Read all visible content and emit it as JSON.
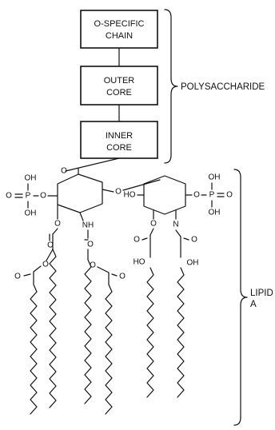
{
  "boxes": [
    {
      "line1": "O-SPECIFIC",
      "line2": "CHAIN"
    },
    {
      "line1": "OUTER",
      "line2": "CORE"
    },
    {
      "line1": "INNER",
      "line2": "CORE"
    }
  ],
  "polysaccharide_label": "POLYSACCHARIDE",
  "lipid_label": {
    "line1": "LIPID",
    "line2": "A"
  },
  "atoms": {
    "oh": "OH",
    "ho": "HO",
    "o": "O",
    "p": "P",
    "nh": "NH",
    "n": "N"
  }
}
